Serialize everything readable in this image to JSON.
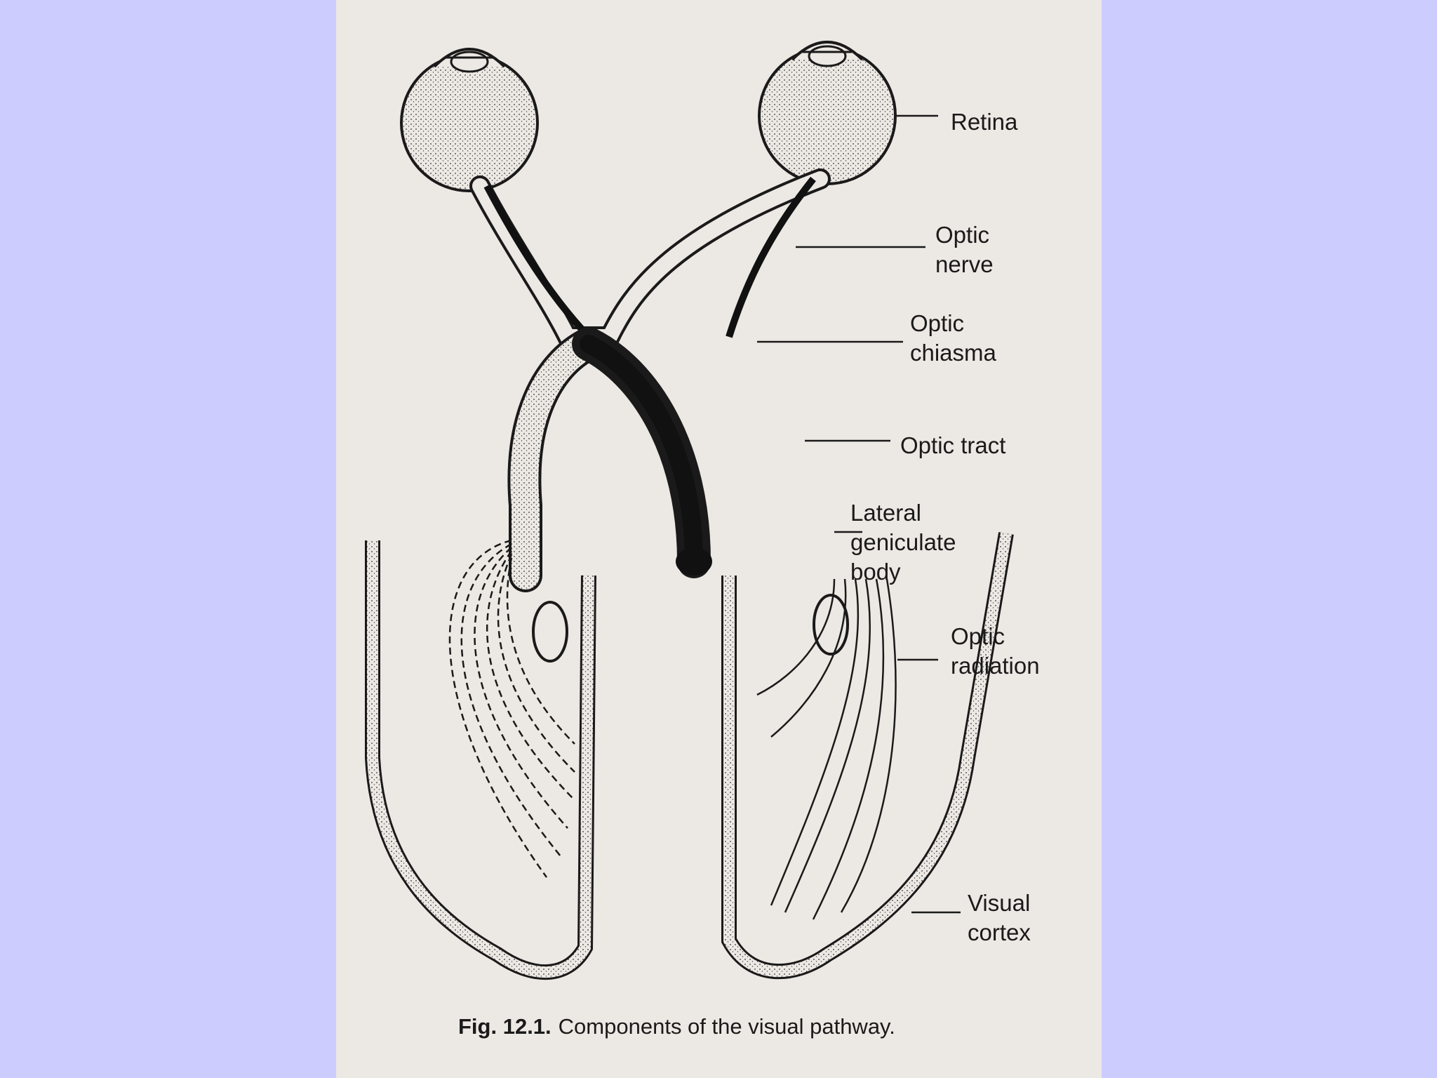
{
  "colors": {
    "slide_background": "#CCCCFF",
    "paper": "#ECE8E3",
    "ink": "#1a1a1a"
  },
  "labels": {
    "retina": "Retina",
    "optic_nerve_1": "Optic",
    "optic_nerve_2": "nerve",
    "optic_chiasma_1": "Optic",
    "optic_chiasma_2": "chiasma",
    "optic_tract": "Optic tract",
    "lgb_1": "Lateral",
    "lgb_2": "geniculate",
    "lgb_3": "body",
    "optic_radiation_1": "Optic",
    "optic_radiation_2": "radiation",
    "visual_cortex_1": "Visual",
    "visual_cortex_2": "cortex"
  },
  "caption": {
    "prefix": "Fig. 12.1.",
    "text": "Components of the visual pathway."
  }
}
